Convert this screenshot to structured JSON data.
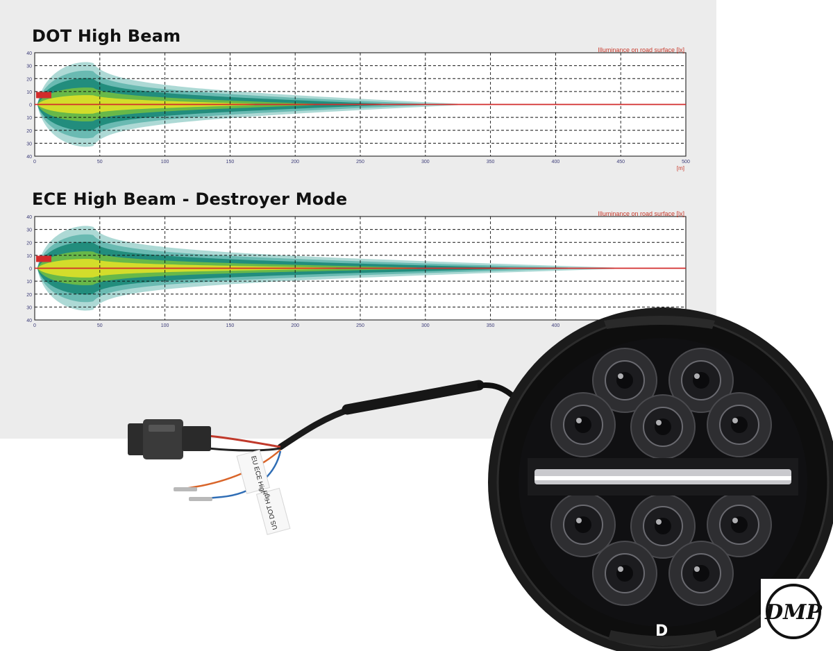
{
  "chart_data": [
    {
      "type": "heatmap",
      "title": "DOT High Beam",
      "legend_label": "Illuminance on road surface [lx]",
      "x_unit": "[m]",
      "xlim": [
        0,
        500
      ],
      "ylim": [
        -40,
        40
      ],
      "x_ticks": [
        0,
        50,
        100,
        150,
        200,
        250,
        300,
        350,
        400,
        450,
        500
      ],
      "y_ticks": [
        40,
        30,
        20,
        10,
        0,
        10,
        20,
        30,
        40
      ],
      "beam_reach_m": 325,
      "beam_half_width_m": 32,
      "grid": true
    },
    {
      "type": "heatmap",
      "title": "ECE High Beam - Destroyer Mode",
      "legend_label": "Illuminance on road surface [lx]",
      "xlim": [
        0,
        500
      ],
      "ylim": [
        -40,
        40
      ],
      "x_ticks": [
        0,
        50,
        100,
        150,
        200,
        250,
        300,
        350,
        400
      ],
      "y_ticks": [
        40,
        30,
        20,
        10,
        0,
        10,
        20,
        30,
        40
      ],
      "beam_reach_m": 445,
      "beam_half_width_m": 32,
      "grid": true
    }
  ],
  "product": {
    "wire_tags": [
      "EU ECE High",
      "US DOT High"
    ],
    "brand_badge": "D",
    "logo_text": "DMP"
  }
}
